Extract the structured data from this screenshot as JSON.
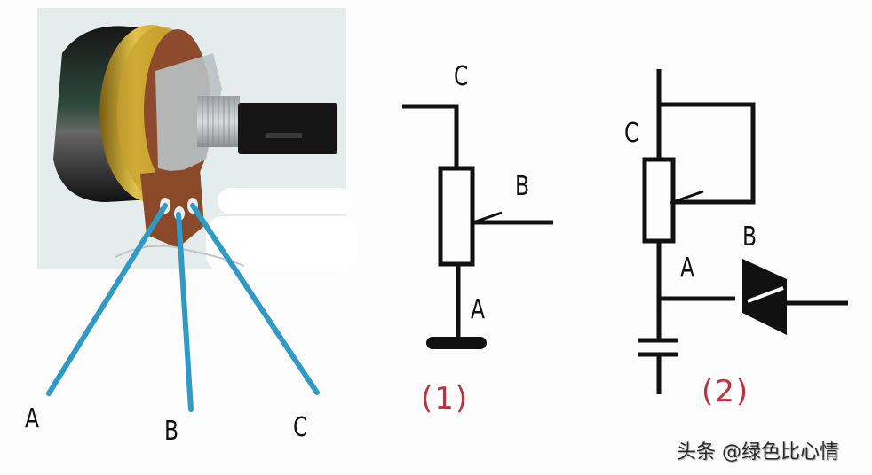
{
  "photo": {
    "subject": "rotary potentiometer",
    "pin_labels": [
      "A",
      "B",
      "C"
    ],
    "colors": {
      "lead_line": "#2f9ac6",
      "background": "#e7eeee"
    }
  },
  "diagram1": {
    "labels": {
      "top": "C",
      "wiper": "B",
      "bottom": "A"
    },
    "caption": "(1)"
  },
  "diagram2": {
    "labels": {
      "top": "C",
      "wiper": "B",
      "bottom": "A"
    },
    "caption": "(2)"
  },
  "colors": {
    "caption": "#c0303a",
    "ink": "#111111"
  },
  "watermark": "头条 @绿色比心情"
}
